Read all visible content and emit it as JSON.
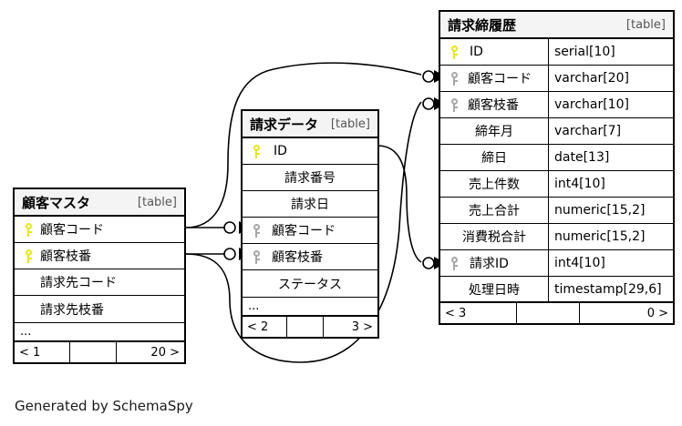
{
  "diagram": {
    "caption": "Generated by SchemaSpy",
    "kind_label": "[table]",
    "ellipsis": "...",
    "key_icon_pk": "key-icon-primary",
    "key_icon_fk": "key-icon-foreign",
    "colors": {
      "primary_key": "#e8e80f",
      "foreign_key": "#a8a8a8",
      "header_bg": "#f4f4f4",
      "border": "#000000",
      "background": "#ffffff"
    }
  },
  "tables": [
    {
      "id": "customer-master",
      "name": "顧客マスタ",
      "kind": "[table]",
      "columns": [
        {
          "key": "pk",
          "name": "顧客コード",
          "type": ""
        },
        {
          "key": "pk",
          "name": "顧客枝番",
          "type": ""
        },
        {
          "key": "",
          "name": "請求先コード",
          "type": ""
        },
        {
          "key": "",
          "name": "請求先枝番",
          "type": ""
        }
      ],
      "more": "...",
      "footer": {
        "left": "< 1",
        "middle": "",
        "right": "20 >"
      }
    },
    {
      "id": "invoice-data",
      "name": "請求データ",
      "kind": "[table]",
      "columns": [
        {
          "key": "pk",
          "name": "ID",
          "type": ""
        },
        {
          "key": "",
          "name": "請求番号",
          "type": ""
        },
        {
          "key": "",
          "name": "請求日",
          "type": ""
        },
        {
          "key": "fk",
          "name": "顧客コード",
          "type": ""
        },
        {
          "key": "fk",
          "name": "顧客枝番",
          "type": ""
        },
        {
          "key": "",
          "name": "ステータス",
          "type": ""
        }
      ],
      "more": "...",
      "footer": {
        "left": "< 2",
        "middle": "",
        "right": "3 >"
      }
    },
    {
      "id": "invoice-closing-history",
      "name": "請求締履歴",
      "kind": "[table]",
      "columns": [
        {
          "key": "pk",
          "name": "ID",
          "type": "serial[10]"
        },
        {
          "key": "fk",
          "name": "顧客コード",
          "type": "varchar[20]"
        },
        {
          "key": "fk",
          "name": "顧客枝番",
          "type": "varchar[10]"
        },
        {
          "key": "",
          "name": "締年月",
          "type": "varchar[7]"
        },
        {
          "key": "",
          "name": "締日",
          "type": "date[13]"
        },
        {
          "key": "",
          "name": "売上件数",
          "type": "int4[10]"
        },
        {
          "key": "",
          "name": "売上合計",
          "type": "numeric[15,2]"
        },
        {
          "key": "",
          "name": "消費税合計",
          "type": "numeric[15,2]"
        },
        {
          "key": "fk",
          "name": "請求ID",
          "type": "int4[10]"
        },
        {
          "key": "",
          "name": "処理日時",
          "type": "timestamp[29,6]"
        }
      ],
      "more": "",
      "footer": {
        "left": "< 3",
        "middle": "",
        "right": "0 >"
      }
    }
  ],
  "relationships": [
    {
      "from": "customer-master.顧客コード",
      "to": "invoice-data.顧客コード"
    },
    {
      "from": "customer-master.顧客枝番",
      "to": "invoice-data.顧客枝番"
    },
    {
      "from": "customer-master.顧客コード",
      "to": "invoice-closing-history.顧客コード"
    },
    {
      "from": "customer-master.顧客枝番",
      "to": "invoice-closing-history.顧客枝番"
    },
    {
      "from": "invoice-data.ID",
      "to": "invoice-closing-history.請求ID"
    }
  ]
}
